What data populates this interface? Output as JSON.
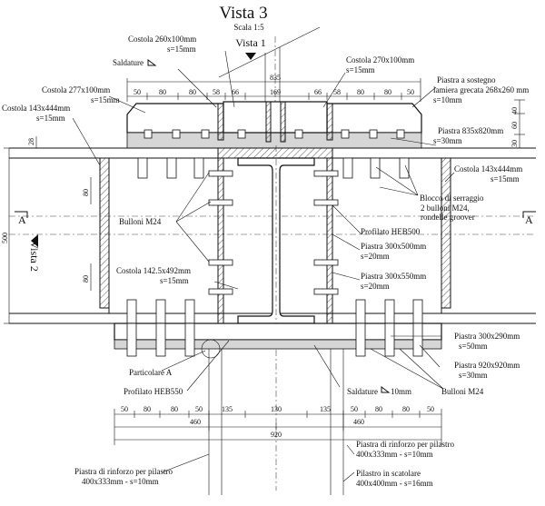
{
  "title": "Vista 3",
  "scale": "Scala 1:5",
  "view1": "Vista 1",
  "view2": "Vista 2",
  "section_mark": "A",
  "labels": {
    "costola_260": "Costola 260x100mm",
    "costola_260_s": "s=15mm",
    "saldature_top": "Saldature",
    "costola_270": "Costola 270x100mm",
    "costola_270_s": "s=15mm",
    "piastra_sostegno_1": "Piastra a sostegno",
    "piastra_sostegno_2": "lamiera grecata 268x260 mm",
    "piastra_sostegno_3": "s=10mm",
    "costola_277": "Costola 277x100mm",
    "costola_277_s": "s=15mm",
    "costola_143_left": "Costola 143x444mm",
    "costola_143_left_s": "s=15mm",
    "piastra_835": "Piastra 835x820mm",
    "piastra_835_s": "s=30mm",
    "costola_143_right": "Costola 143x444mm",
    "costola_143_right_s": "s=15mm",
    "blocco_1": "Blocco di serraggio",
    "blocco_2": "2 bulloni M24,",
    "blocco_3": "rondelle groover",
    "bulloni_left": "Bulloni M24",
    "profilato_heb500": "Profilato HEB500",
    "piastra_300x500": "Piastra 300x500mm",
    "piastra_300x500_s": "s=20mm",
    "costola_142": "Costola 142.5x492mm",
    "costola_142_s": "s=15mm",
    "piastra_300x550": "Piastra 300x550mm",
    "piastra_300x550_s": "s=20mm",
    "piastra_300x290": "Piastra 300x290mm",
    "piastra_300x290_s": "s=50mm",
    "piastra_920": "Piastra 920x920mm",
    "piastra_920_s": "s=30mm",
    "particolare_a": "Particolare A",
    "profilato_heb550": "Profilato HEB550",
    "saldature_bottom": "Saldature",
    "saldature_bottom_s": "10mm",
    "bulloni_right": "Bulloni M24",
    "rinforzo_right_1": "Piastra di rinforzo per pilastro",
    "rinforzo_right_2": "400x333mm - s=10mm",
    "scatolare_1": "Pilastro in scatolare",
    "scatolare_2": "400x400mm - s=16mm",
    "rinforzo_left_1": "Piastra di rinforzo per pilastro",
    "rinforzo_left_2": "400x333mm - s=10mm"
  },
  "dimensions": {
    "top_total": "835",
    "top_chain": [
      "50",
      "80",
      "80",
      "58",
      "66",
      "169",
      "66",
      "58",
      "80",
      "80",
      "50"
    ],
    "right_chain": [
      "40",
      "60",
      "30"
    ],
    "left_28": "28",
    "left_500": "500",
    "inner_80_top": "80",
    "inner_80_bottom": "80",
    "bottom_chain": [
      "50",
      "80",
      "80",
      "50",
      "135",
      "130",
      "135",
      "50",
      "80",
      "80",
      "50"
    ],
    "bottom_460_left": "460",
    "bottom_460_right": "460",
    "bottom_total": "920"
  }
}
